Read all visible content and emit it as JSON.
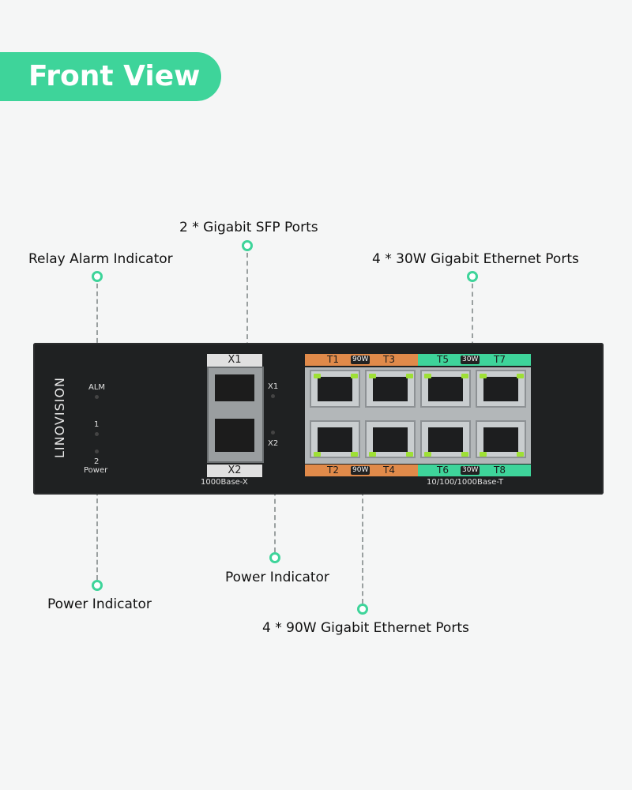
{
  "header": {
    "title": "Front View"
  },
  "callouts": {
    "sfp_ports": "2 * Gigabit SFP Ports",
    "relay_alarm": "Relay Alarm Indicator",
    "ports_30w": "4 * 30W Gigabit Ethernet Ports",
    "power_indicator_left": "Power Indicator",
    "power_indicator_mid": "Power Indicator",
    "ports_90w": "4 * 90W Gigabit Ethernet Ports"
  },
  "device": {
    "brand": "LINOVISION",
    "leds_left": {
      "alm": "ALM",
      "one": "1",
      "two": "2",
      "power": "Power"
    },
    "sfp": {
      "x1": "X1",
      "x2": "X2",
      "type": "1000Base-X",
      "led_x1": "X1",
      "led_x2": "X2"
    },
    "rj45": {
      "top_left": {
        "a": "T1",
        "w": "90W",
        "b": "T3"
      },
      "top_right": {
        "a": "T5",
        "w": "30W",
        "b": "T7"
      },
      "bottom_left": {
        "a": "T2",
        "w": "90W",
        "b": "T4"
      },
      "bottom_right": {
        "a": "T6",
        "w": "30W",
        "b": "T8"
      },
      "type": "10/100/1000Base-T"
    }
  },
  "colors": {
    "accent": "#3ed49a",
    "orange": "#e08a4a",
    "green": "#3ed49a"
  }
}
